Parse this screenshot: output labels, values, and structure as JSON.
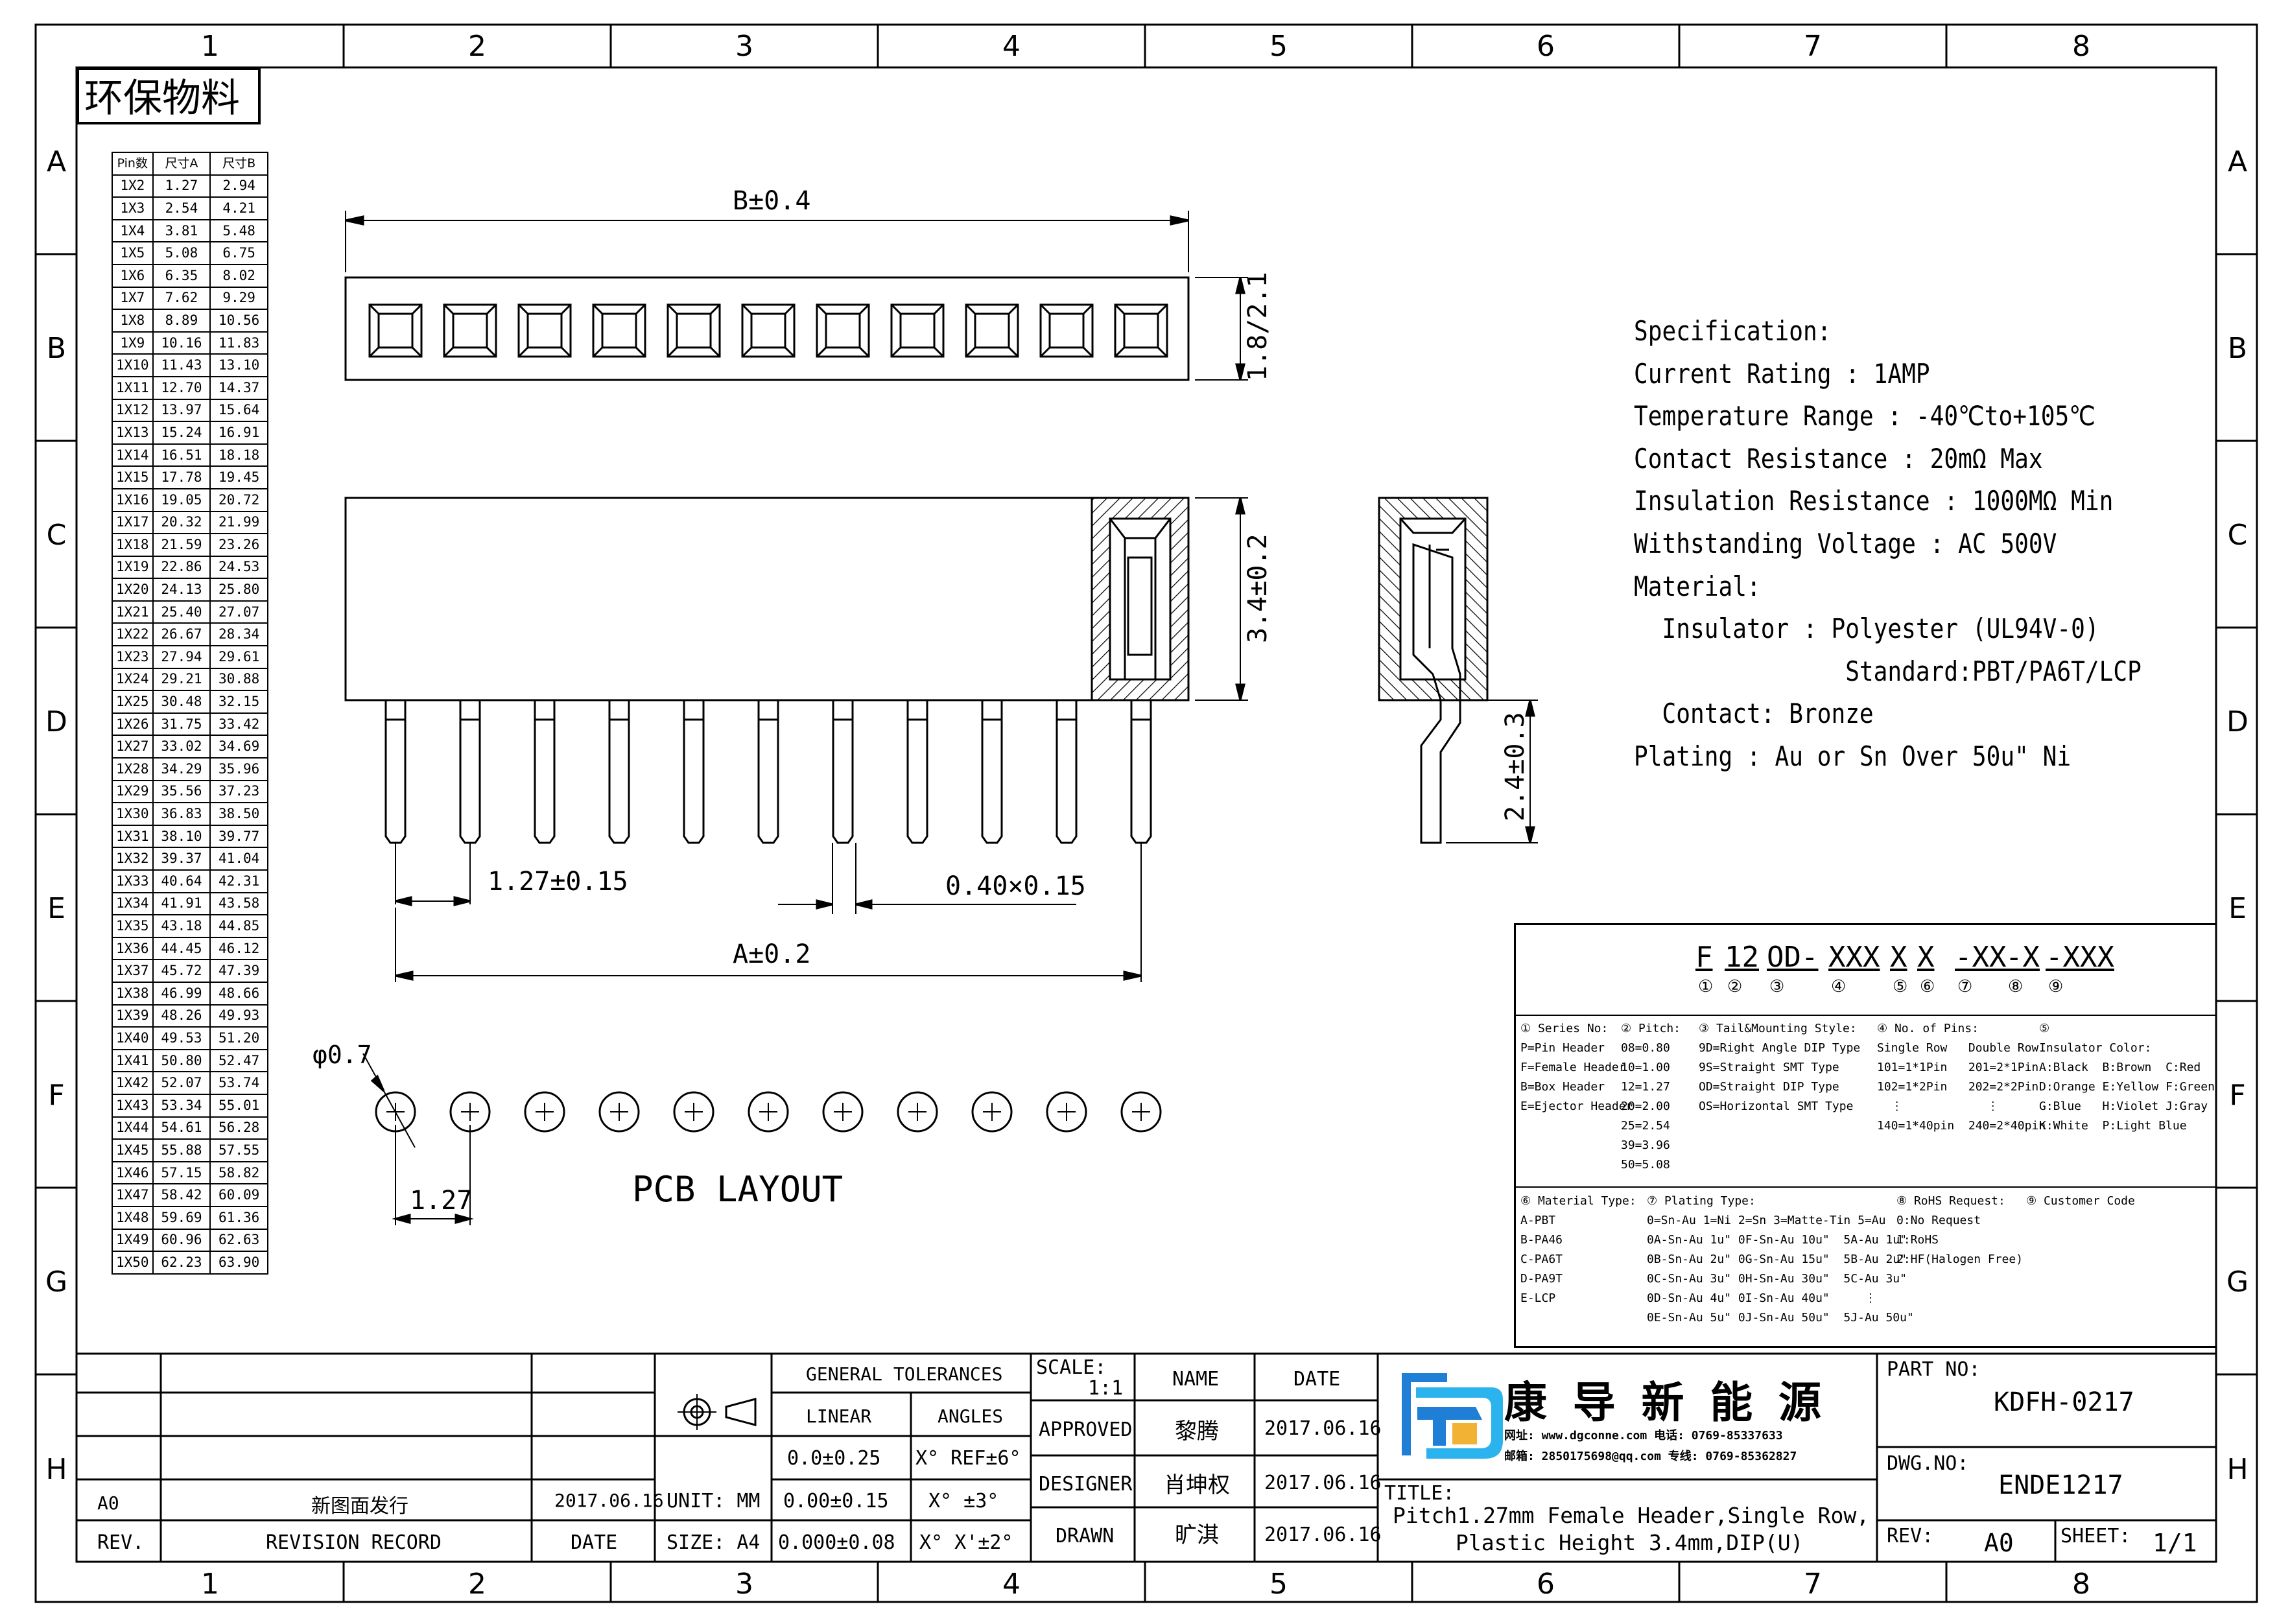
{
  "frame": {
    "columns": [
      "1",
      "2",
      "3",
      "4",
      "5",
      "6",
      "7",
      "8"
    ],
    "rows": [
      "A",
      "B",
      "C",
      "D",
      "E",
      "F",
      "G",
      "H"
    ]
  },
  "eco_label": "环保物料",
  "pin_table": {
    "headers": [
      "Pin数",
      "尺寸A",
      "尺寸B"
    ],
    "rows": [
      [
        "1X2",
        "1.27",
        "2.94"
      ],
      [
        "1X3",
        "2.54",
        "4.21"
      ],
      [
        "1X4",
        "3.81",
        "5.48"
      ],
      [
        "1X5",
        "5.08",
        "6.75"
      ],
      [
        "1X6",
        "6.35",
        "8.02"
      ],
      [
        "1X7",
        "7.62",
        "9.29"
      ],
      [
        "1X8",
        "8.89",
        "10.56"
      ],
      [
        "1X9",
        "10.16",
        "11.83"
      ],
      [
        "1X10",
        "11.43",
        "13.10"
      ],
      [
        "1X11",
        "12.70",
        "14.37"
      ],
      [
        "1X12",
        "13.97",
        "15.64"
      ],
      [
        "1X13",
        "15.24",
        "16.91"
      ],
      [
        "1X14",
        "16.51",
        "18.18"
      ],
      [
        "1X15",
        "17.78",
        "19.45"
      ],
      [
        "1X16",
        "19.05",
        "20.72"
      ],
      [
        "1X17",
        "20.32",
        "21.99"
      ],
      [
        "1X18",
        "21.59",
        "23.26"
      ],
      [
        "1X19",
        "22.86",
        "24.53"
      ],
      [
        "1X20",
        "24.13",
        "25.80"
      ],
      [
        "1X21",
        "25.40",
        "27.07"
      ],
      [
        "1X22",
        "26.67",
        "28.34"
      ],
      [
        "1X23",
        "27.94",
        "29.61"
      ],
      [
        "1X24",
        "29.21",
        "30.88"
      ],
      [
        "1X25",
        "30.48",
        "32.15"
      ],
      [
        "1X26",
        "31.75",
        "33.42"
      ],
      [
        "1X27",
        "33.02",
        "34.69"
      ],
      [
        "1X28",
        "34.29",
        "35.96"
      ],
      [
        "1X29",
        "35.56",
        "37.23"
      ],
      [
        "1X30",
        "36.83",
        "38.50"
      ],
      [
        "1X31",
        "38.10",
        "39.77"
      ],
      [
        "1X32",
        "39.37",
        "41.04"
      ],
      [
        "1X33",
        "40.64",
        "42.31"
      ],
      [
        "1X34",
        "41.91",
        "43.58"
      ],
      [
        "1X35",
        "43.18",
        "44.85"
      ],
      [
        "1X36",
        "44.45",
        "46.12"
      ],
      [
        "1X37",
        "45.72",
        "47.39"
      ],
      [
        "1X38",
        "46.99",
        "48.66"
      ],
      [
        "1X39",
        "48.26",
        "49.93"
      ],
      [
        "1X40",
        "49.53",
        "51.20"
      ],
      [
        "1X41",
        "50.80",
        "52.47"
      ],
      [
        "1X42",
        "52.07",
        "53.74"
      ],
      [
        "1X43",
        "53.34",
        "55.01"
      ],
      [
        "1X44",
        "54.61",
        "56.28"
      ],
      [
        "1X45",
        "55.88",
        "57.55"
      ],
      [
        "1X46",
        "57.15",
        "58.82"
      ],
      [
        "1X47",
        "58.42",
        "60.09"
      ],
      [
        "1X48",
        "59.69",
        "61.36"
      ],
      [
        "1X49",
        "60.96",
        "62.63"
      ],
      [
        "1X50",
        "62.23",
        "63.90"
      ]
    ]
  },
  "dims": {
    "b_width": "B±0.4",
    "top_height": "1.8/2.1",
    "body_height": "3.4±0.2",
    "pin_length": "2.4±0.3",
    "pitch": "1.27±0.15",
    "pin_width": "0.40×0.15",
    "a_width": "A±0.2",
    "hole": "φ0.7",
    "pcb_pitch": "1.27",
    "pcb_label": "PCB LAYOUT"
  },
  "spec": {
    "lines": [
      "Specification:",
      "Current Rating : 1AMP",
      "Temperature Range : -40℃to+105℃",
      "Contact Resistance : 20mΩ Max",
      "Insulation Resistance : 1000MΩ Min",
      "Withstanding Voltage : AC 500V",
      "Material:",
      "  Insulator : Polyester (UL94V-0)",
      "               Standard:PBT/PA6T/LCP",
      "  Contact: Bronze",
      "Plating : Au or Sn Over 50u\" Ni"
    ]
  },
  "part_code": {
    "segments": [
      "F",
      "12",
      "OD-",
      "XXX",
      "X",
      "X",
      "-XX",
      "-X",
      "-XXX"
    ],
    "circles": [
      "①",
      "②",
      "③",
      "④",
      "⑤",
      "⑥",
      "⑦",
      "⑧",
      "⑨"
    ],
    "series": [
      "① Series No:",
      "P=Pin Header",
      "F=Female Header",
      "B=Box Header",
      "E=Ejector Header"
    ],
    "pitch": [
      "② Pitch:",
      "08=0.80",
      "10=1.00",
      "12=1.27",
      "20=2.00",
      "25=2.54",
      "39=3.96",
      "50=5.08"
    ],
    "tail": [
      "③ Tail&Mounting Style:",
      "9D=Right Angle DIP Type",
      "9S=Straight SMT Type",
      "OD=Straight DIP Type",
      "OS=Horizontal SMT Type"
    ],
    "pins": [
      "④ No. of Pins:",
      "Single Row   Double Row",
      "101=1*1Pin   201=2*1Pin",
      "102=1*2Pin   202=2*2Pin",
      "  ⋮            ⋮",
      "140=1*40pin  240=2*40pin"
    ],
    "color": [
      "⑤",
      "Insulator Color:",
      "A:Black  B:Brown  C:Red",
      "D:Orange E:Yellow F:Green",
      "G:Blue   H:Violet J:Gray",
      "K:White  P:Light Blue"
    ],
    "material": [
      "⑥ Material Type:",
      "A-PBT",
      "B-PA46",
      "C-PA6T",
      "D-PA9T",
      "E-LCP"
    ],
    "plating": [
      "⑦ Plating Type:",
      "0=Sn-Au 1=Ni 2=Sn 3=Matte-Tin 5=Au",
      "0A-Sn-Au 1u\" 0F-Sn-Au 10u\"  5A-Au 1u\"",
      "0B-Sn-Au 2u\" 0G-Sn-Au 15u\"  5B-Au 2u\"",
      "0C-Sn-Au 3u\" 0H-Sn-Au 30u\"  5C-Au 3u\"",
      "0D-Sn-Au 4u\" 0I-Sn-Au 40u\"     ⋮",
      "0E-Sn-Au 5u\" 0J-Sn-Au 50u\"  5J-Au 50u\""
    ],
    "rohs": [
      "⑧ RoHS Request:",
      "0:No Request",
      "1:RoHS",
      "2:HF(Halogen Free)"
    ],
    "customer": [
      "⑨ Customer Code"
    ]
  },
  "title_block": {
    "rev_code": "A0",
    "rev_text": "新图面发行",
    "rev_date": "2017.06.16",
    "rev_hdr": "REV.",
    "record_hdr": "REVISION RECORD",
    "date_hdr": "DATE",
    "general_tol": "GENERAL TOLERANCES",
    "linear": "LINEAR",
    "angles": "ANGLES",
    "tol1": "0.0±0.25",
    "tol2": "0.00±0.15",
    "tol3": "0.000±0.08",
    "ang1": "X° REF±6°",
    "ang2": "X° ±3°",
    "ang3": "X° X'±2°",
    "unit": "UNIT: MM",
    "size": "SIZE: A4",
    "scale_lbl": "SCALE:",
    "scale_val": "1:1",
    "name_hdr": "NAME",
    "date_hdr2": "DATE",
    "approved": "APPROVED",
    "designer": "DESIGNER",
    "drawn": "DRAWN",
    "approved_name": "黎腾",
    "designer_name": "肖坤权",
    "drawn_name": "旷淇",
    "approved_date": "2017.06.16",
    "designer_date": "2017.06.16",
    "drawn_date": "2017.06.16",
    "company": "康 导 新 能 源",
    "company_line1": "网址: www.dgconne.com  电话: 0769-85337633",
    "company_line2": "邮箱: 2850175698@qq.com  专线: 0769-85362827",
    "title_lbl": "TITLE:",
    "title_1": "Pitch1.27mm Female Header,Single Row,",
    "title_2": "Plastic Height 3.4mm,DIP(U)",
    "part_no_lbl": "PART NO:",
    "part_no": "KDFH-0217",
    "dwg_no_lbl": "DWG.NO:",
    "dwg_no": "ENDE1217",
    "rev_lbl": "REV:",
    "rev_val": "A0",
    "sheet_lbl": "SHEET:",
    "sheet_val": "1/1"
  }
}
